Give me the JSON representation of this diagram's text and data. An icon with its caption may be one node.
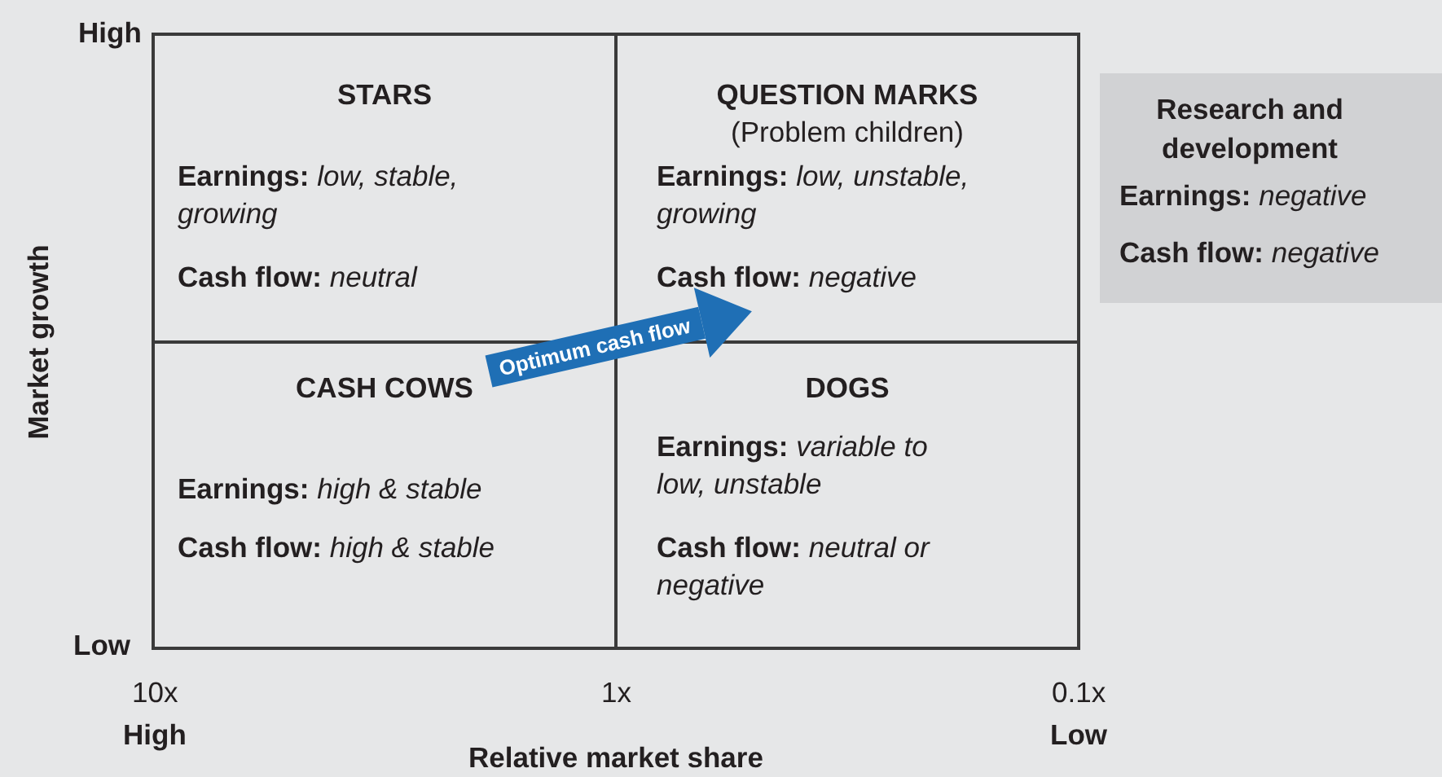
{
  "diagram": {
    "nodes": [
      {
        "text": [
          "STARS",
          "**Earnings:** *low, stable, growing*",
          "**Cash flow:** *neutral*"
        ]
      },
      {
        "text": [
          "QUESTION MARKS",
          "(Problem children)",
          "**Earnings:** *low, unstable, growing*",
          "**Cash flow:** *negative*"
        ]
      },
      {
        "text": [
          "CASH COWS",
          "**Earnings:** *high & stable*",
          "**Cash flow:** *high & stable*"
        ]
      },
      {
        "text": [
          "DOGS",
          "**Earnings:** *variable to low, unstable*",
          "**Cash flow:** *neutral or negative*"
        ]
      },
      {
        "text": [
          "Research and development",
          "**Earnings:** *negative*",
          "**Cash flow:** *negative*"
        ]
      }
    ],
    "edges": [
      {
        "from": 2,
        "to": 1,
        "arrow": "to",
        "label": "Optimum cash flow",
        "color": "#1f6fb5"
      }
    ],
    "labels": [
      "High",
      "Market growth",
      "Low",
      "10x",
      "1x",
      "0.1x",
      "High",
      "Relative market share",
      "Low"
    ]
  }
}
